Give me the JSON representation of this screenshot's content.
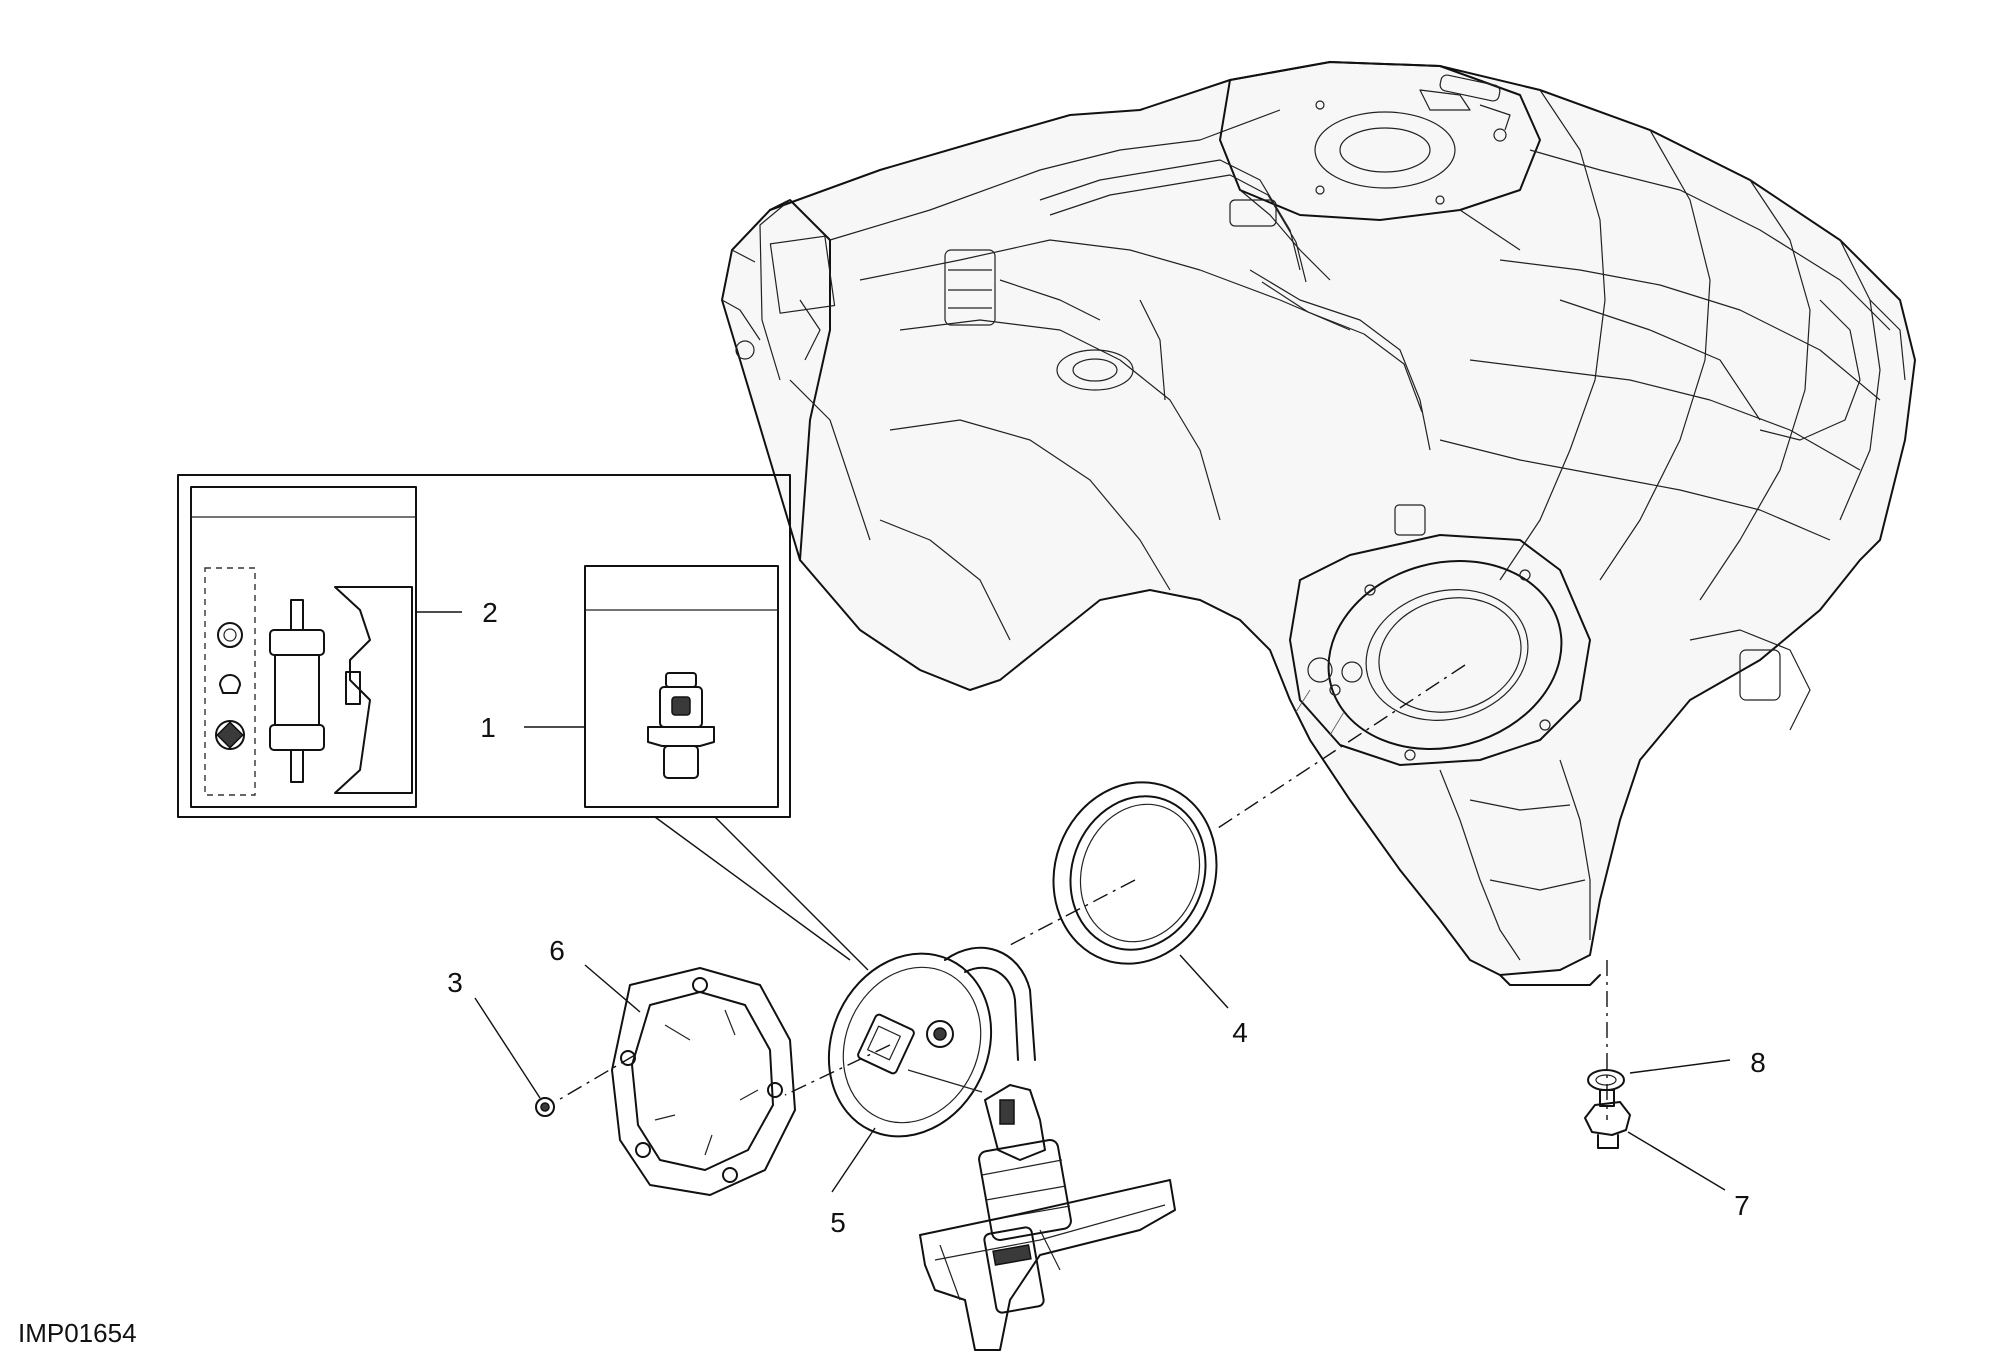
{
  "diagram": {
    "drawing_code": "IMP01654",
    "callouts": [
      {
        "id": "1",
        "label": "1"
      },
      {
        "id": "2",
        "label": "2"
      },
      {
        "id": "3",
        "label": "3"
      },
      {
        "id": "4",
        "label": "4"
      },
      {
        "id": "5",
        "label": "5"
      },
      {
        "id": "6",
        "label": "6"
      },
      {
        "id": "7",
        "label": "7"
      },
      {
        "id": "8",
        "label": "8"
      }
    ]
  }
}
